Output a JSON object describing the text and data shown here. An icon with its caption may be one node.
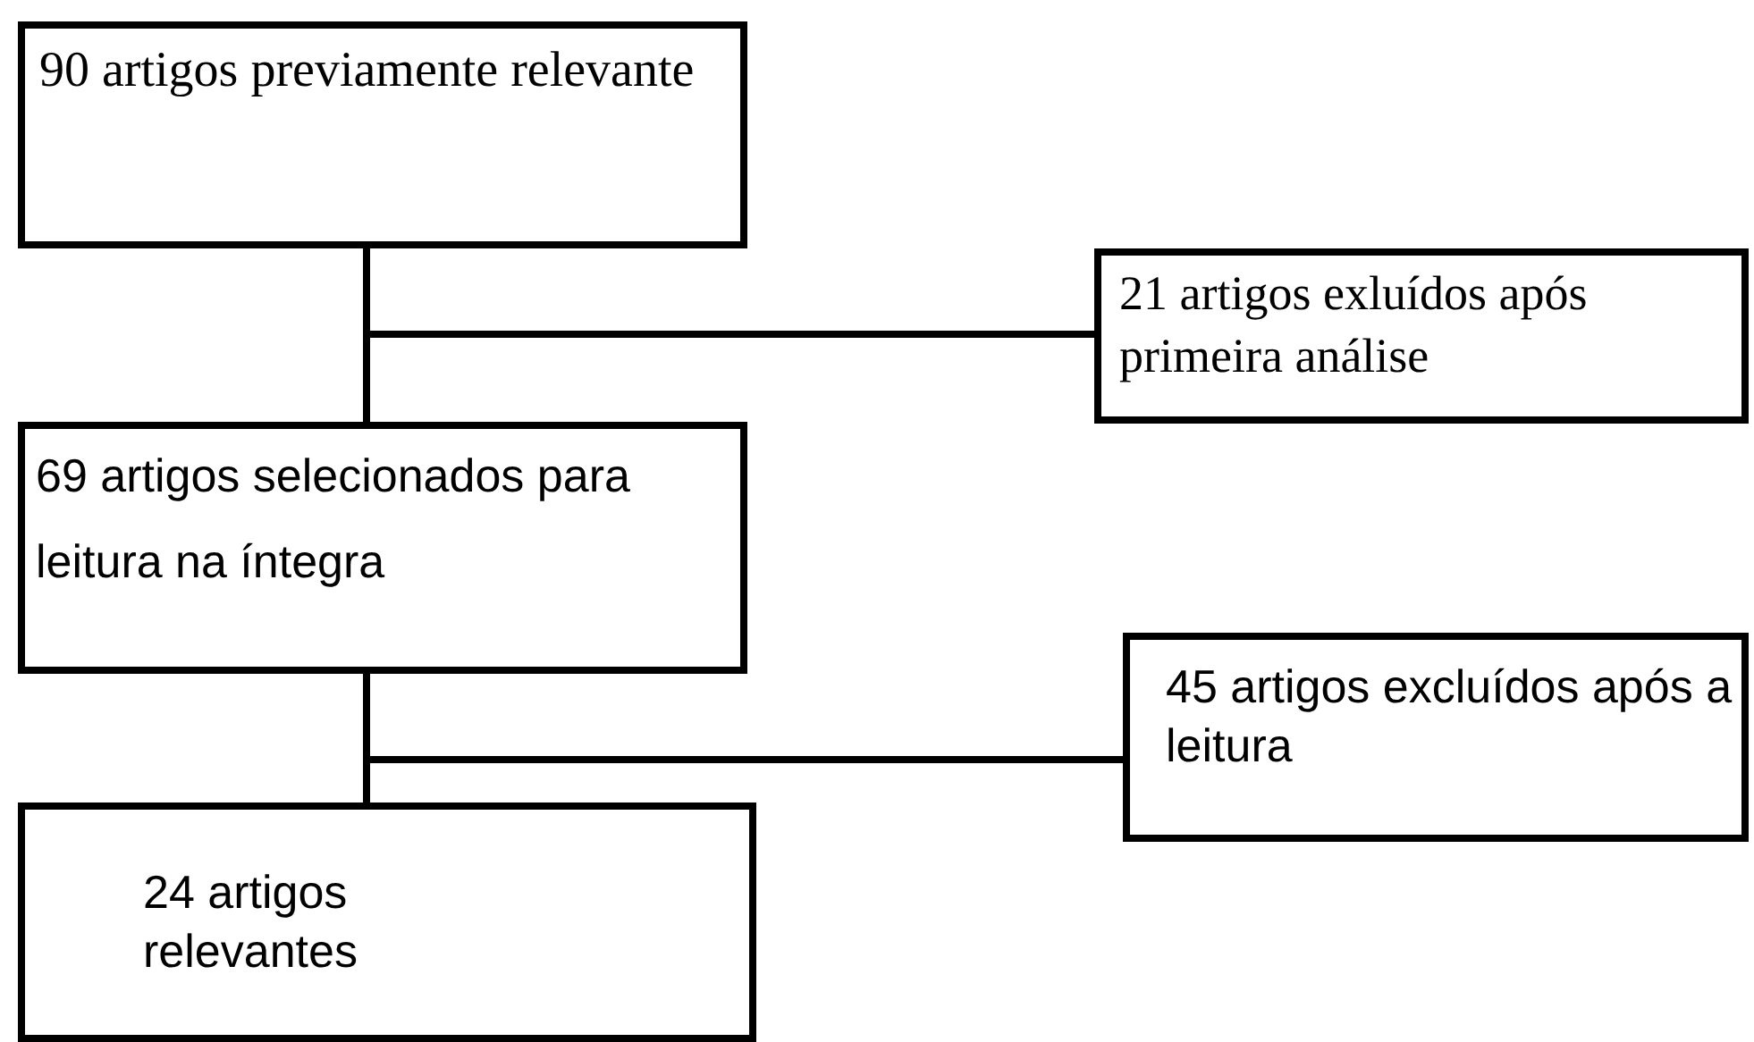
{
  "diagram": {
    "nodes": [
      {
        "text": [
          "90 artigos previamente relevante"
        ]
      },
      {
        "text": [
          "21 artigos exluídos após primeira análise"
        ]
      },
      {
        "text": [
          "69 artigos selecionados para leitura na íntegra"
        ]
      },
      {
        "text": [
          "45 artigos excluídos após a leitura"
        ]
      },
      {
        "text": [
          "24 artigos relevantes"
        ]
      }
    ],
    "edges": [
      {
        "from": 0,
        "to": 2,
        "arrow": "none"
      },
      {
        "from": 0,
        "to": 1,
        "arrow": "none"
      },
      {
        "from": 2,
        "to": 4,
        "arrow": "none"
      },
      {
        "from": 2,
        "to": 3,
        "arrow": "none"
      }
    ]
  }
}
